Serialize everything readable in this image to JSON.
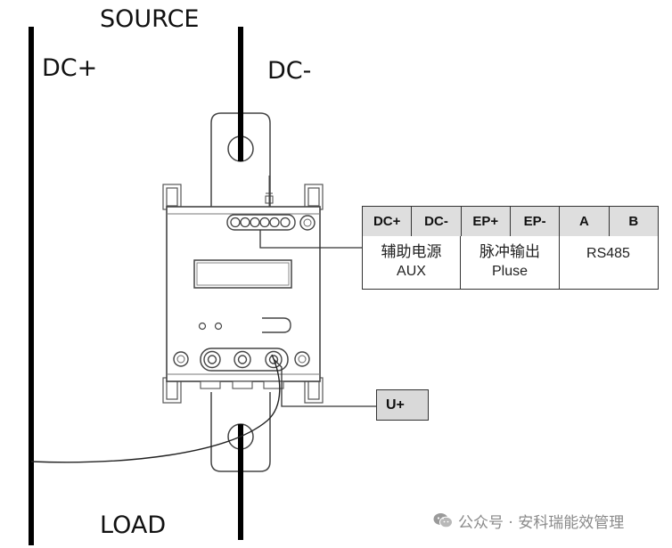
{
  "labels": {
    "source": "SOURCE",
    "dc_plus": "DC+",
    "dc_minus": "DC-",
    "load": "LOAD"
  },
  "terminal_table": {
    "headers": [
      "DC+",
      "DC-",
      "EP+",
      "EP-",
      "A",
      "B"
    ],
    "groups": [
      {
        "cn": "辅助电源",
        "en": "AUX"
      },
      {
        "cn": "脉冲输出",
        "en": "Pluse"
      },
      {
        "cn": "",
        "en": "RS485"
      }
    ]
  },
  "voltage_tap": {
    "label": "U+"
  },
  "watermark": {
    "text": "公众号 · 安科瑞能效管理",
    "icon": "wechat-icon"
  },
  "colors": {
    "line": "#000000",
    "header_fill": "#dedede",
    "u_box_fill": "#d9d9d9",
    "watermark": "#8a8a8a"
  }
}
